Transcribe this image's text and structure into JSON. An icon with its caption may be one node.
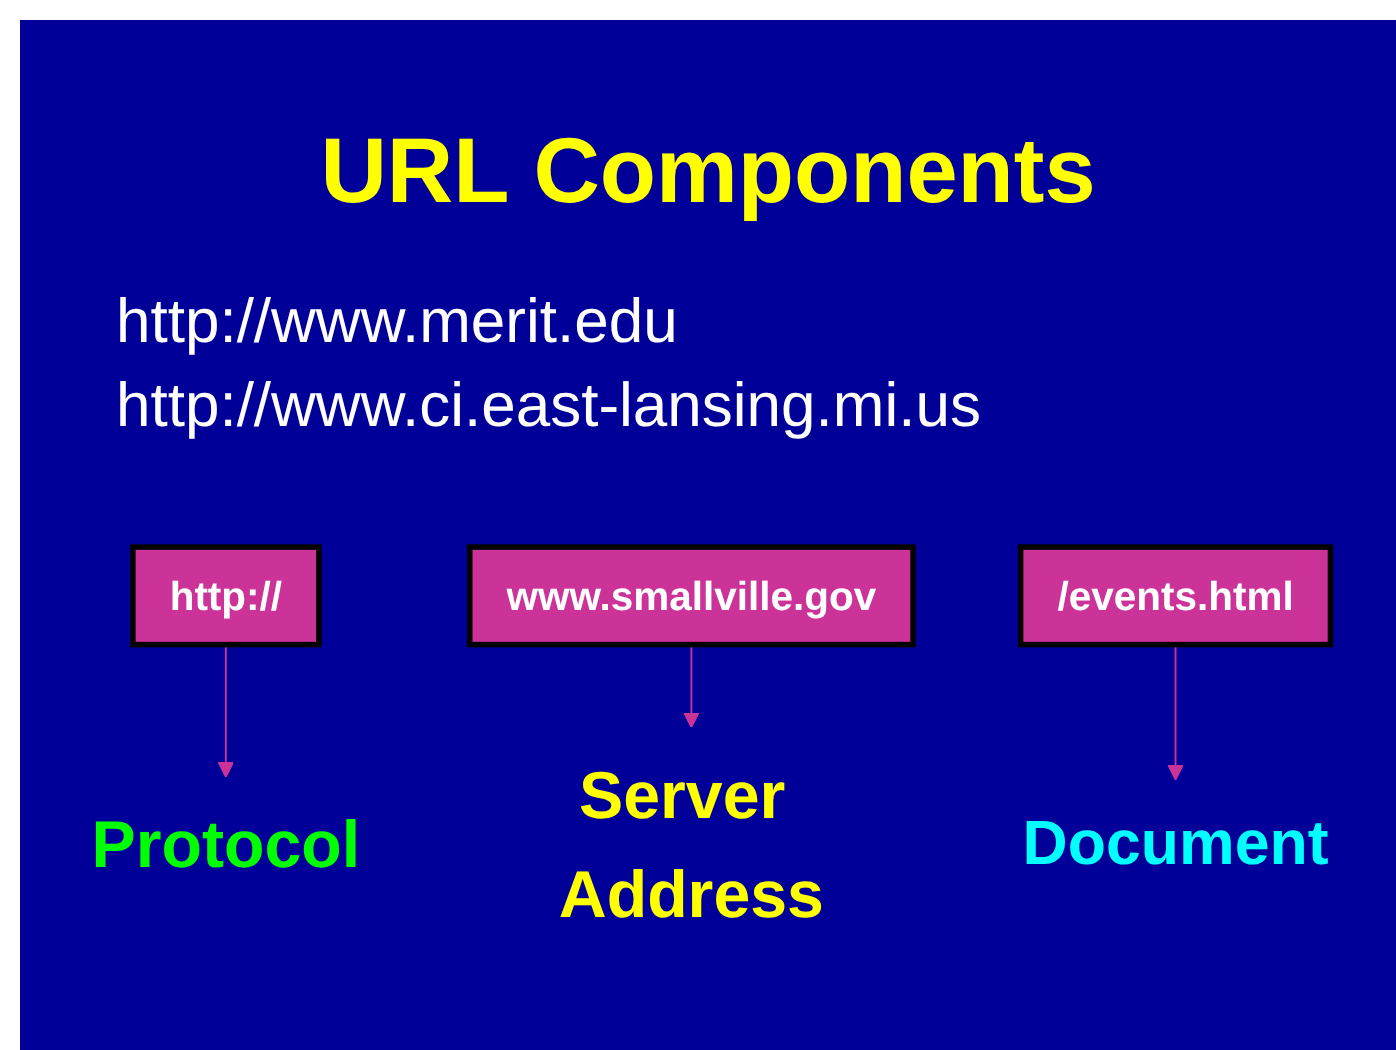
{
  "diagram": {
    "title": "URL Components",
    "nodes": [
      {
        "text": [
          "http://"
        ]
      },
      {
        "text": [
          "www.smallville.gov"
        ]
      },
      {
        "text": [
          "/events.html"
        ]
      },
      {
        "text": [
          "Protocol"
        ]
      },
      {
        "text": [
          "Server Address"
        ]
      },
      {
        "text": [
          "Document"
        ]
      }
    ],
    "edges": [
      {
        "from": 0,
        "to": 3,
        "arrow": "to"
      },
      {
        "from": 1,
        "to": 4,
        "arrow": "to"
      },
      {
        "from": 2,
        "to": 5,
        "arrow": "to"
      }
    ],
    "labels": [
      "http://www.merit.edu",
      "http://www.ci.east-lansing.mi.us"
    ]
  }
}
